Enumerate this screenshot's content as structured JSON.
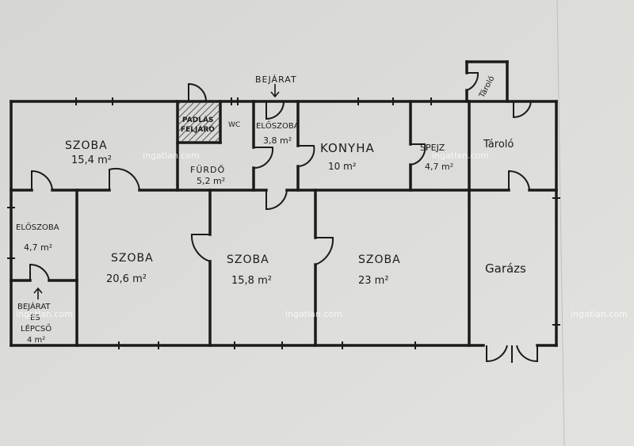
{
  "entrance_label": "BEJÁRAT",
  "rooms": [
    {
      "key": "szoba1",
      "name": "SZOBA",
      "area": "15,4 m²"
    },
    {
      "key": "padlas",
      "name_line1": "PADLÁS",
      "name_line2": "FELJÁRÓ"
    },
    {
      "key": "wc",
      "name": "WC"
    },
    {
      "key": "furdo",
      "name": "FÜRDŐ",
      "area": "5,2 m²"
    },
    {
      "key": "eloszoba_top",
      "name": "ELŐSZOBA",
      "area": "3,8 m²"
    },
    {
      "key": "konyha",
      "name": "KONYHA",
      "area": "10 m²"
    },
    {
      "key": "spejz",
      "name": "SPEJZ",
      "area": "4,7 m²"
    },
    {
      "key": "tarolo_small",
      "name": "Tároló"
    },
    {
      "key": "tarolo",
      "name": "Tároló"
    },
    {
      "key": "eloszoba_left",
      "name": "ELŐSZOBA",
      "area": "4,7 m²"
    },
    {
      "key": "bejarat_lepcso",
      "name_line1": "BEJÁRAT",
      "name_line2": "ÉS",
      "name_line3": "LÉPCSŐ",
      "area": "4 m²"
    },
    {
      "key": "szoba2",
      "name": "SZOBA",
      "area": "20,6 m²"
    },
    {
      "key": "szoba3",
      "name": "SZOBA",
      "area": "15,8 m²"
    },
    {
      "key": "szoba4",
      "name": "SZOBA",
      "area": "23 m²"
    },
    {
      "key": "garazs",
      "name": "Garázs"
    }
  ],
  "watermark": "ingatlan.com",
  "colors": {
    "paper": "#d9d9d6",
    "ink": "#1b1b1b",
    "hatch": "#333333"
  }
}
